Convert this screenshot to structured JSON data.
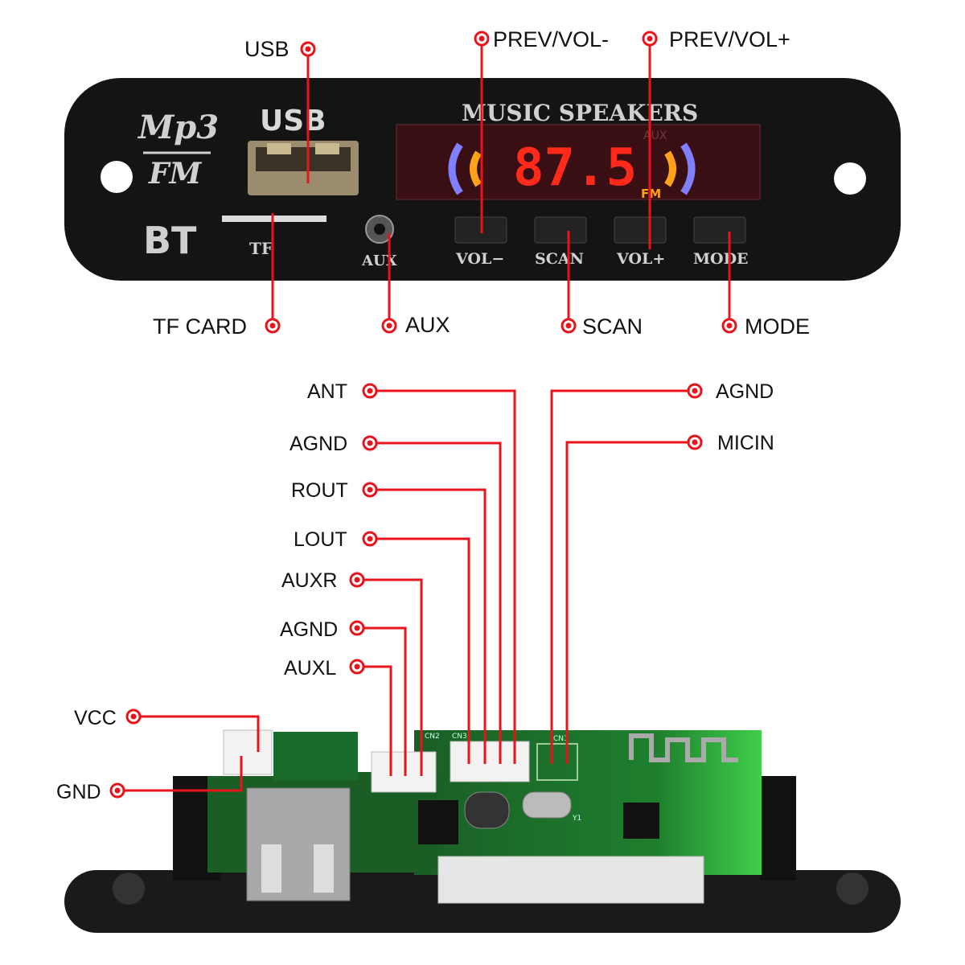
{
  "panel": {
    "logo_mp3": "Mp3",
    "logo_fm": "FM",
    "logo_bt": "BT",
    "usb_silk": "USB",
    "tf_silk": "TF",
    "aux_silk": "AUX",
    "title_silk": "MUSIC SPEAKERS",
    "display": {
      "frequency": "87.5",
      "band": "FM",
      "ghost_mode": "AUX"
    },
    "buttons": [
      "VOL−",
      "SCAN",
      "VOL+",
      "MODE"
    ]
  },
  "callouts_top": {
    "usb": "USB",
    "prev_vol_minus": "PREV/VOL-",
    "prev_vol_plus": "PREV/VOL+",
    "tf_card": "TF CARD",
    "aux": "AUX",
    "scan": "SCAN",
    "mode": "MODE"
  },
  "callouts_board": {
    "ant": "ANT",
    "agnd_1": "AGND",
    "rout": "ROUT",
    "lout": "LOUT",
    "auxr": "AUXR",
    "agnd_2": "AGND",
    "auxl": "AUXL",
    "vcc": "VCC",
    "gnd": "GND",
    "agnd_right": "AGND",
    "micin": "MICIN"
  },
  "board_silk": {
    "cn2": "CN2",
    "cn3": "CN3",
    "cn1": "CN1",
    "y1": "Y1"
  },
  "colors": {
    "callout": "#e8141b",
    "pcb": "#1f7a2e",
    "panel": "#141414",
    "segment": "#ff2a1a"
  }
}
